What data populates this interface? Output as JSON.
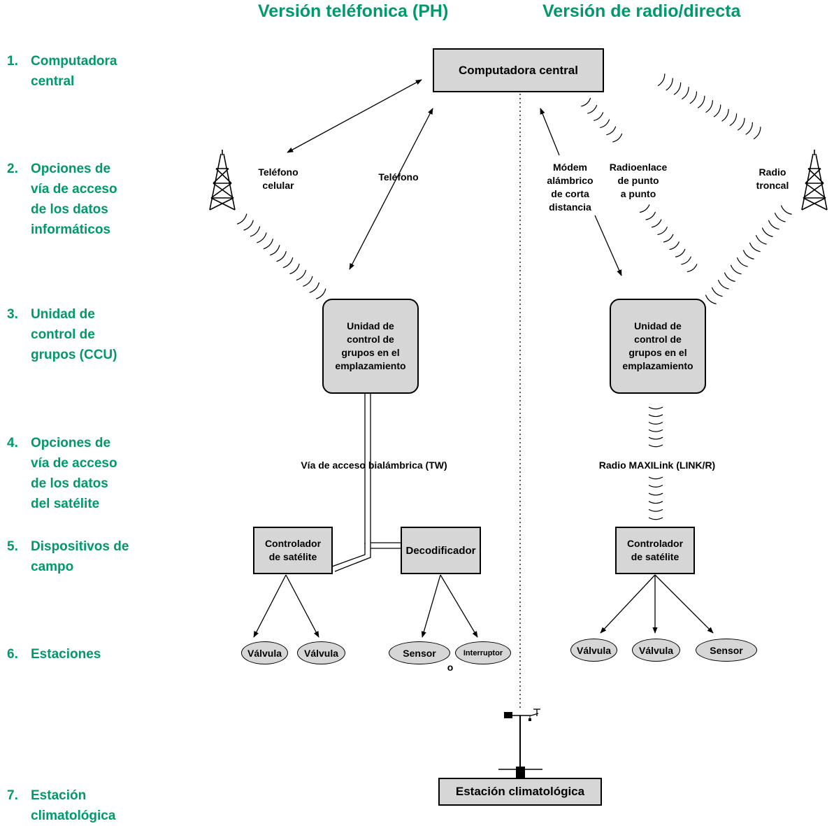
{
  "headers": {
    "ph": "Versión teléfonica (PH)",
    "radio": "Versión de radio/directa"
  },
  "levels": [
    {
      "num": "1.",
      "text": "Computadora\ncentral"
    },
    {
      "num": "2.",
      "text": "Opciones de\nvía de acceso\nde los datos\ninformáticos"
    },
    {
      "num": "3.",
      "text": "Unidad de\ncontrol de\ngrupos (CCU)"
    },
    {
      "num": "4.",
      "text": "Opciones de\nvía de acceso\nde los datos\ndel satélite"
    },
    {
      "num": "5.",
      "text": "Dispositivos de\ncampo"
    },
    {
      "num": "6.",
      "text": "Estaciones"
    },
    {
      "num": "7.",
      "text": "Estación\nclimatológica"
    }
  ],
  "central": "Computadora central",
  "paths": {
    "cell": "Teléfono\ncelular",
    "phone": "Teléfono",
    "modem": "Módem\nalámbrico\nde corta\ndistancia",
    "p2p": "Radioenlace\nde punto\na punto",
    "trunk": "Radio\ntroncal"
  },
  "ccu_left": "Unidad de\ncontrol de\ngrupos en el\nemplazamiento",
  "ccu_right": "Unidad de\ncontrol de\ngrupos en el\nemplazamiento",
  "sat_paths": {
    "tw": "Vía de acceso bialámbrica (TW)",
    "link": "Radio MAXILink (LINK/R)"
  },
  "devices": {
    "sat_left": "Controlador\nde satélite",
    "decoder": "Decodificador",
    "sat_right": "Controlador\nde satélite"
  },
  "stations": {
    "valve1": "Válvula",
    "valve2": "Válvula",
    "sensor": "Sensor",
    "or": "o",
    "switch": "Interruptor",
    "valve3": "Válvula",
    "valve4": "Válvula",
    "sensor2": "Sensor"
  },
  "weather": "Estación climatológica"
}
